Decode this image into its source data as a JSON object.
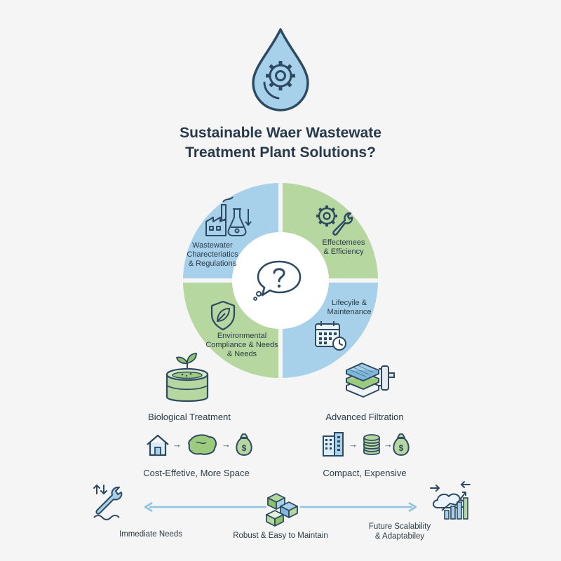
{
  "header": {
    "icon": "water-drop-gear-icon",
    "title_line1": "Sustainable Waer Wastewate",
    "title_line2": "Treatment Plant Solutions?"
  },
  "wheel": {
    "center_icon": "question-speech-bubble-icon",
    "segments": [
      {
        "icon": "factory-flask-icon",
        "label_lines": [
          "Wastewater",
          "Charecteriatics",
          "& Regulations"
        ],
        "color": "#a7d1ea"
      },
      {
        "icon": "gear-wrench-icon",
        "label_lines": [
          "Effectemees",
          "& Efficiency"
        ],
        "color": "#b6d7a0"
      },
      {
        "icon": "calendar-clock-icon",
        "label_lines": [
          "Lifecyile &",
          "Maintenance"
        ],
        "color": "#a7d1ea"
      },
      {
        "icon": "leaf-shield-icon",
        "label_lines": [
          "Environmental",
          "Compliance & Needs",
          "& Needs"
        ],
        "color": "#b6d7a0"
      }
    ]
  },
  "options": {
    "biological": {
      "icon": "bioreactor-tank-icon",
      "label": "Biological Treatment",
      "flow_icons": [
        "house-icon",
        "arrow-icon",
        "land-icon",
        "arrow-icon",
        "money-bag-icon"
      ],
      "summary": "Cost-Effetive, More Space"
    },
    "filtration": {
      "icon": "membrane-filter-icon",
      "label": "Advanced Filtration",
      "flow_icons": [
        "building-icon",
        "arrow-icon",
        "coin-stack-icon",
        "arrow-icon",
        "money-bag-icon"
      ],
      "summary": "Compact, Expensive"
    }
  },
  "spectrum": {
    "left": {
      "icon": "wrench-water-icon",
      "label": "Immediate Needs"
    },
    "center": {
      "icon": "modular-blocks-icon",
      "label": "Robust & Easy to Maintain"
    },
    "right": {
      "icon": "cloud-growth-chart-icon",
      "label_line1": "Future Scalability",
      "label_line2": "& Adaptabiley"
    }
  },
  "colors": {
    "blue": "#a7d1ea",
    "green": "#b6d7a0",
    "line": "#31495d",
    "arrow": "#8ec3e3"
  }
}
